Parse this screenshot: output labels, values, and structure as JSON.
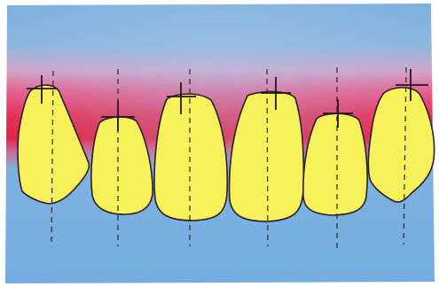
{
  "title": "",
  "colors": {
    "paper": "#ffffff",
    "background": "#77aee0",
    "gum_pink": "#ea5a8a",
    "gum_red": "#e61c40",
    "tooth_fill": "#f6f05a",
    "outline": "#2a1e28",
    "guide_line": "#2c2630"
  },
  "icons": [
    "crosshair-marker",
    "dashed-axis-line"
  ],
  "teeth": [
    {
      "id": "left-canine"
    },
    {
      "id": "left-lateral-incisor"
    },
    {
      "id": "left-central-incisor"
    },
    {
      "id": "right-central-incisor"
    },
    {
      "id": "right-lateral-incisor"
    },
    {
      "id": "right-canine"
    }
  ]
}
